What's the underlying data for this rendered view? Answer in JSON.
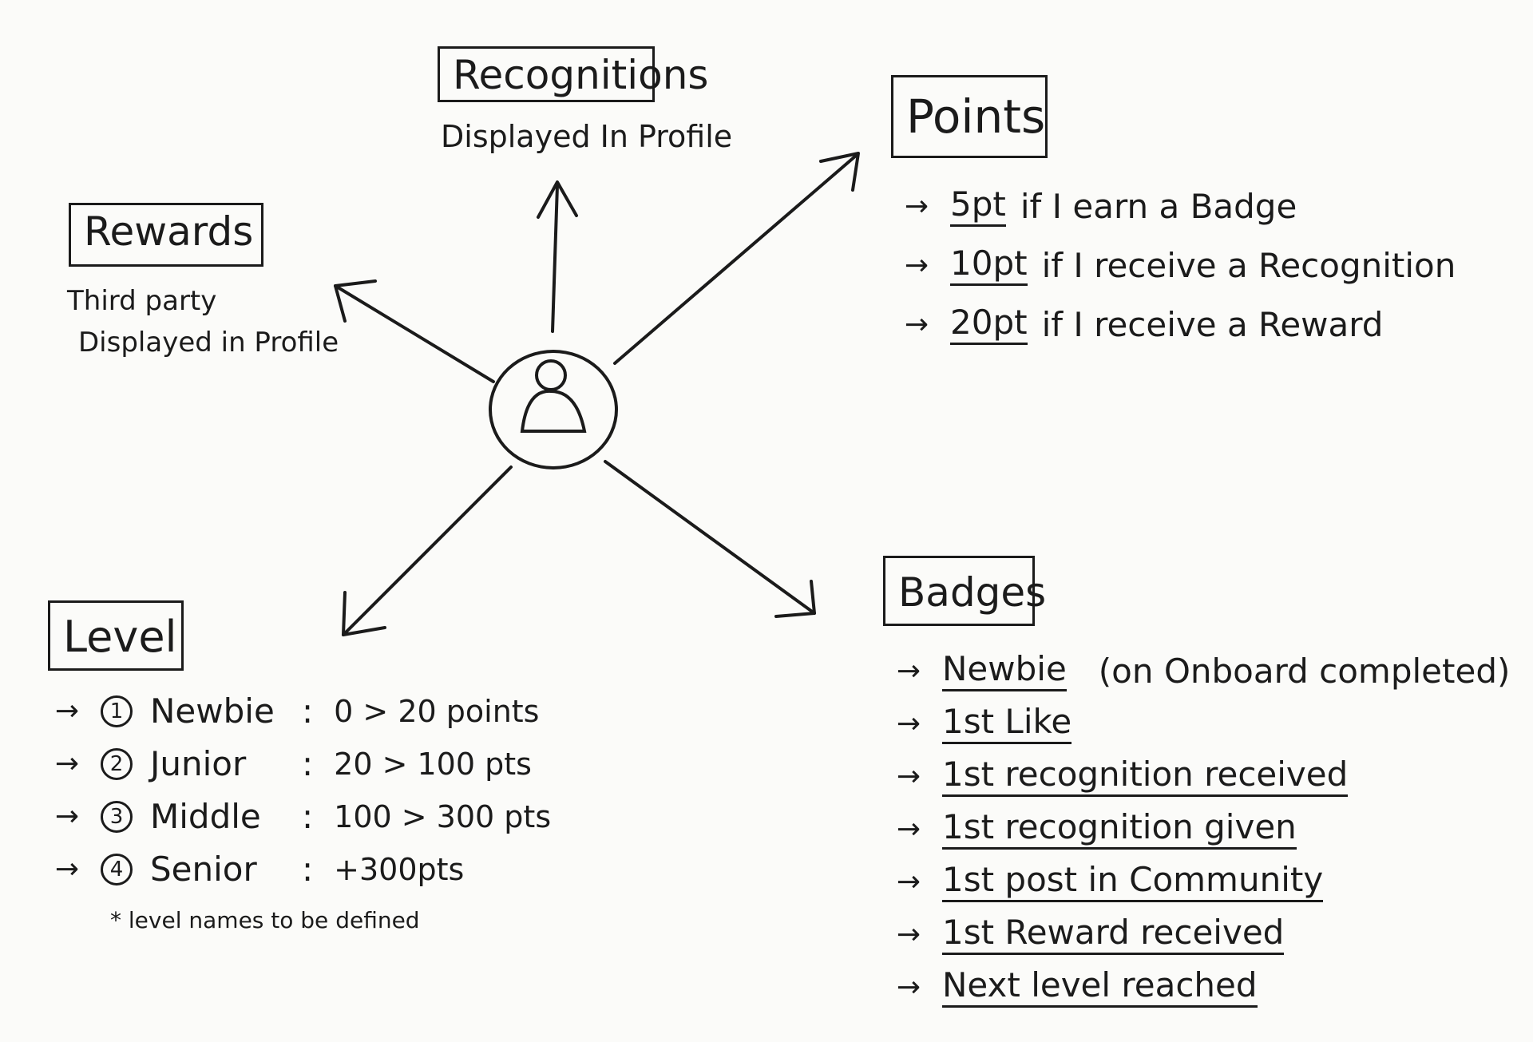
{
  "center": {
    "icon": "user-avatar-icon"
  },
  "recognitions": {
    "title": "Recognitions",
    "note": "Displayed In Profile"
  },
  "rewards": {
    "title": "Rewards",
    "note_line1": "Third party",
    "note_line2": "Displayed in Profile"
  },
  "points": {
    "title": "Points",
    "items": [
      {
        "amount": "5pt",
        "text": "if I earn a Badge"
      },
      {
        "amount": "10pt",
        "text": "if I receive a Recognition"
      },
      {
        "amount": "20pt",
        "text": "if I receive a Reward"
      }
    ]
  },
  "level": {
    "title": "Level",
    "items": [
      {
        "num": "1",
        "name": "Newbie",
        "range": "0 > 20 points"
      },
      {
        "num": "2",
        "name": "Junior",
        "range": "20 > 100 pts"
      },
      {
        "num": "3",
        "name": "Middle",
        "range": "100 > 300 pts"
      },
      {
        "num": "4",
        "name": "Senior",
        "range": "+300pts"
      }
    ],
    "footnote": "* level names to be defined"
  },
  "badges": {
    "title": "Badges",
    "items": [
      {
        "label": "Newbie",
        "extra": "(on Onboard completed)"
      },
      {
        "label": "1st Like",
        "extra": ""
      },
      {
        "label": "1st recognition received",
        "extra": ""
      },
      {
        "label": "1st recognition given",
        "extra": ""
      },
      {
        "label": "1st post in Community",
        "extra": ""
      },
      {
        "label": "1st Reward received",
        "extra": ""
      },
      {
        "label": "Next level reached",
        "extra": ""
      }
    ]
  }
}
